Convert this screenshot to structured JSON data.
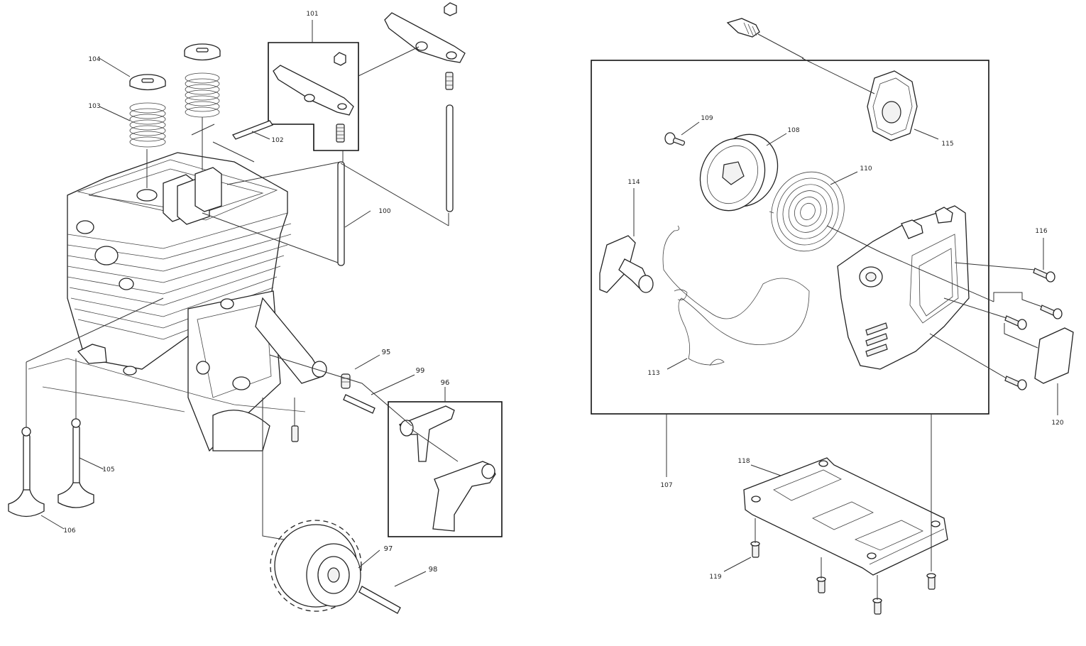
{
  "diagram": {
    "labels": {
      "p95": "95",
      "p96": "96",
      "p97": "97",
      "p98": "98",
      "p99": "99",
      "p100": "100",
      "p101": "101",
      "p102": "102",
      "p103": "103",
      "p104": "104",
      "p105": "105",
      "p106": "106",
      "p107": "107",
      "p108": "108",
      "p109": "109",
      "p110": "110",
      "p113": "113",
      "p114": "114",
      "p115": "115",
      "p116": "116",
      "p118": "118",
      "p119": "119",
      "p120": "120"
    }
  }
}
